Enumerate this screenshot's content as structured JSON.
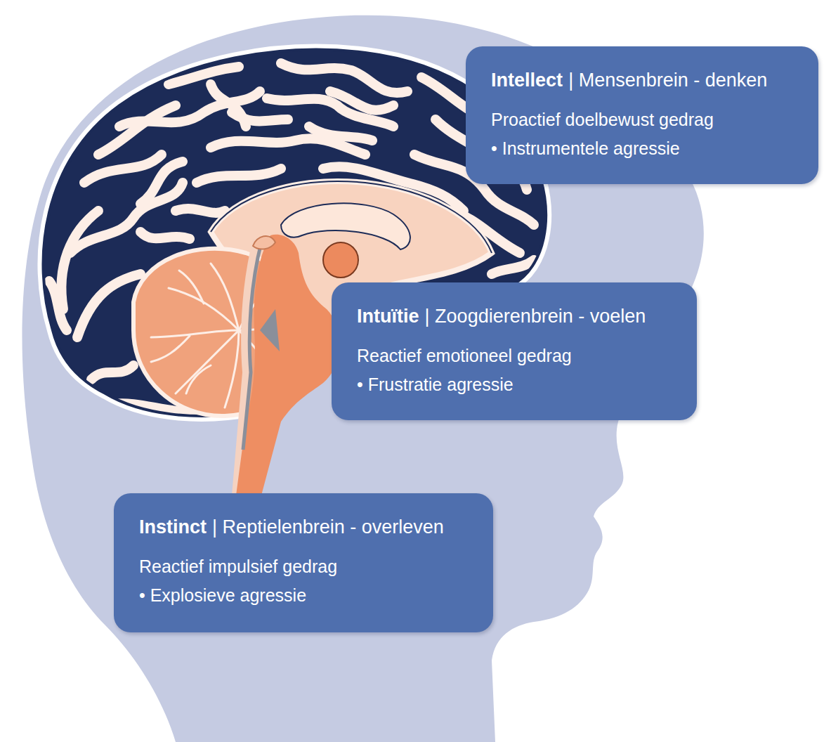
{
  "diagram": {
    "nodes": [
      {
        "text": [
          "Intellect",
          "| Mensenbrein - denken",
          "Proactief doelbewust gedrag",
          "• Instrumentele agressie"
        ]
      },
      {
        "text": [
          "Intuïtie",
          "| Zoogdierenbrein - voelen",
          "Reactief emotioneel gedrag",
          "• Frustratie agressie"
        ]
      },
      {
        "text": [
          "Instinct",
          "| Reptielenbrein - overleven",
          "Reactief impulsief gedrag",
          "• Explosieve agressie"
        ]
      }
    ]
  }
}
